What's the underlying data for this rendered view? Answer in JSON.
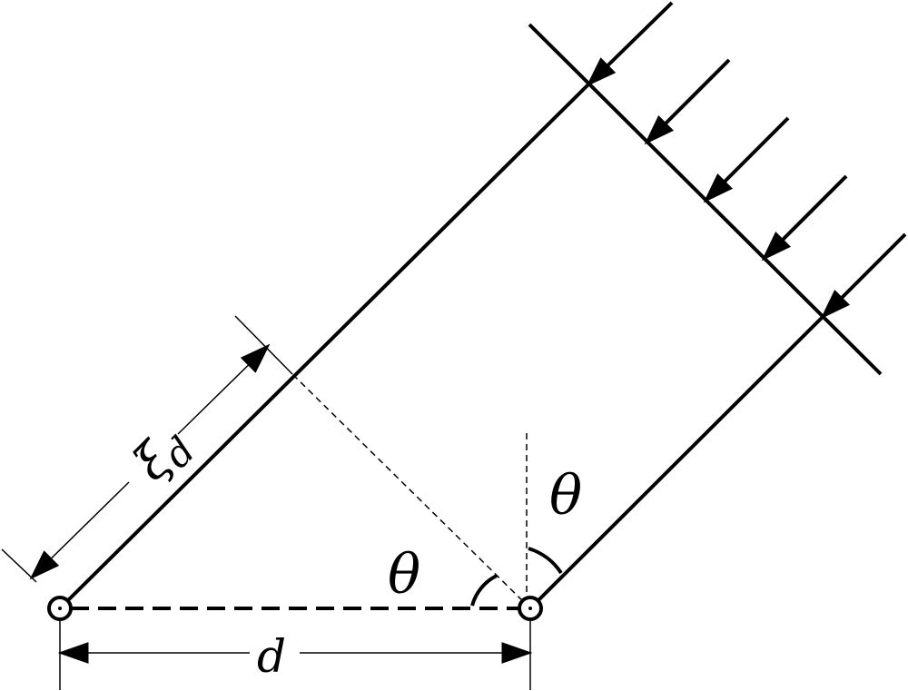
{
  "labels": {
    "xi": "ξ",
    "xi_sub": "d",
    "theta_top": "θ",
    "theta_bottom": "θ",
    "d": "d"
  },
  "colors": {
    "stroke": "#000000",
    "background": "#ffffff"
  }
}
